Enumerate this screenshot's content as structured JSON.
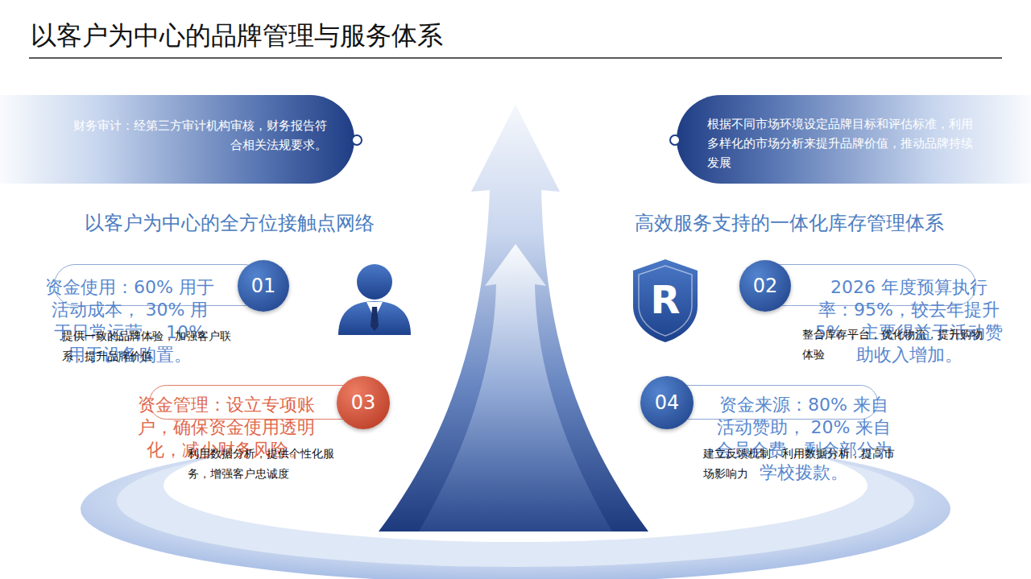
{
  "diagram": {
    "title": "以客户为中心的品牌管理与服务体系",
    "nodes": [
      {
        "text": [
          "财务审计：经第三方审计机构审核，财务报告符合相关法规要求。"
        ]
      },
      {
        "text": [
          "根据不同市场环境设定品牌目标和评估标准，利用多样化的市场分析来提升品牌价值，推动品牌持续发展"
        ]
      },
      {
        "text": [
          "资金使用：60% 用于活动成本， 30% 用于日常运营， 10% 用于设备购置。",
          "提供一致的品牌体验，加强客户联系，提升品牌价值"
        ]
      },
      {
        "text": [
          "01"
        ]
      },
      {
        "text": [
          "02"
        ]
      },
      {
        "text": [
          "2026 年度预算执行率：95%，较去年提升 5%，主要得益于活动赞助收入增加。",
          "整合库存平台，优化物流，提升购物体验"
        ]
      },
      {
        "text": [
          "资金管理：设立专项账户，确保资金使用透明化，减少财务风险。",
          "利用数据分析，提供个性化服务，增强客户忠诚度"
        ]
      },
      {
        "text": [
          "03"
        ]
      },
      {
        "text": [
          "04"
        ]
      },
      {
        "text": [
          "资金来源：80% 来自活动赞助， 20% 来自会员会费，剩余部分为学校拨款。",
          "建立反馈机制，利用数据分析，提高市场影响力"
        ]
      }
    ],
    "labels": [
      "以客户为中心的全方位接触点网络",
      "高效服务支持的一体化库存管理体系",
      "R"
    ]
  }
}
